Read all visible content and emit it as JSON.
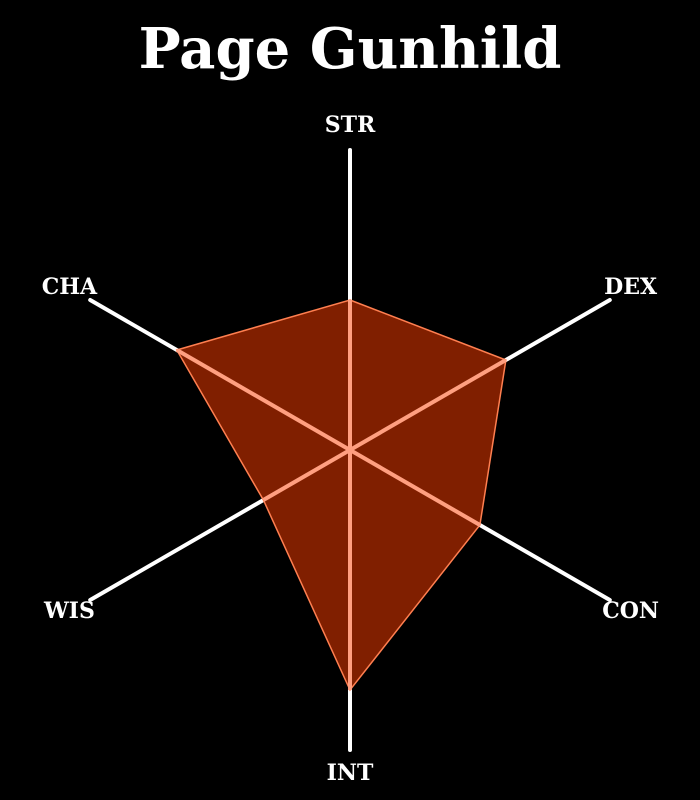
{
  "chart_data": {
    "type": "radar",
    "title": "Page Gunhild",
    "axes": [
      "STR",
      "DEX",
      "CON",
      "INT",
      "WIS",
      "CHA"
    ],
    "values": [
      15,
      18,
      15,
      24,
      10,
      20
    ],
    "rmax": 30,
    "grid": false,
    "legend": "none",
    "colors": {
      "background": "#000000",
      "fill": "#8b2200",
      "outline": "#ff7f50",
      "axis_line": "#ffffff",
      "axis_overlap": "#ff9f80",
      "text": "#ffffff"
    }
  }
}
